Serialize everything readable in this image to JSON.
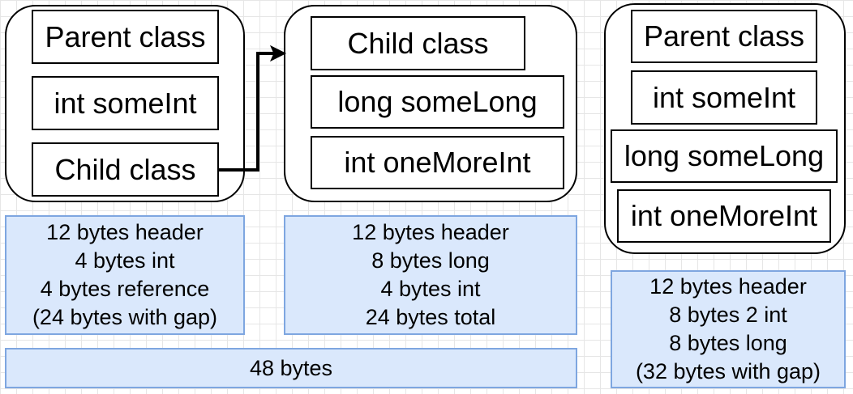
{
  "parent_object": {
    "fields": [
      "Parent class",
      "int someInt",
      "Child class"
    ],
    "note_lines": [
      "12 bytes header",
      "4 bytes int",
      "4 bytes reference",
      "(24 bytes with gap)"
    ]
  },
  "child_object": {
    "fields": [
      "Child class",
      "long someLong",
      "int oneMoreInt"
    ],
    "note_lines": [
      "12 bytes header",
      "8 bytes long",
      "4 bytes int",
      "24 bytes total"
    ]
  },
  "merged_object": {
    "fields": [
      "Parent class",
      "int someInt",
      "long someLong",
      "int oneMoreInt"
    ],
    "note_lines": [
      "12 bytes header",
      "8 bytes 2 int",
      "8 bytes long",
      "(32 bytes with gap)"
    ]
  },
  "total_note": "48 bytes",
  "colors": {
    "note_fill": "#dae8fc",
    "note_border": "#7ea6e0",
    "stroke": "#000000"
  }
}
